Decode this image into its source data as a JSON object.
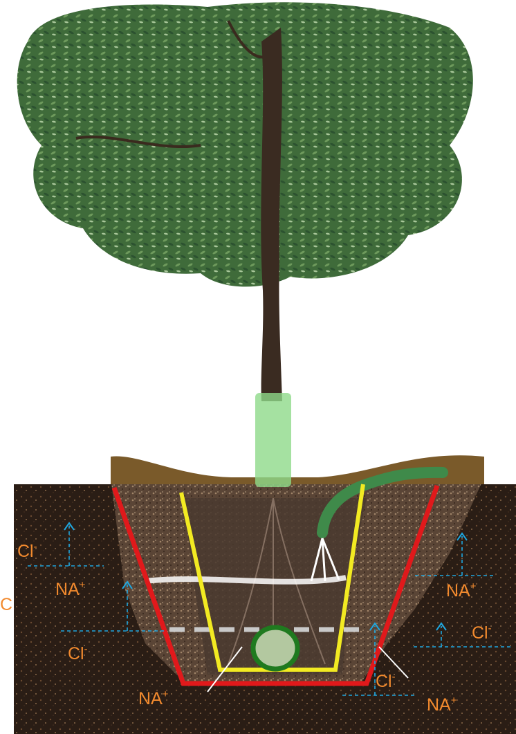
{
  "colors": {
    "ion_label": "#f28a2e",
    "migration_arrow": "#1ea7e0",
    "outer_boundary": "#e0191b",
    "inner_boundary": "#f2ea22",
    "water_table_line": "#c9c9c9",
    "sensor_ring": "#1f7a1f",
    "tree_guard": "#8fd98a",
    "hose": "#3f8a4a"
  },
  "icons": [
    "tree-canopy-icon",
    "trunk-icon",
    "garden-hose-icon",
    "water-spray-icon",
    "soil-sensor-icon"
  ],
  "labels": {
    "cl": "Cl",
    "cl_charge": "-",
    "na": "NA",
    "na_charge": "+",
    "partial_left": "C"
  }
}
